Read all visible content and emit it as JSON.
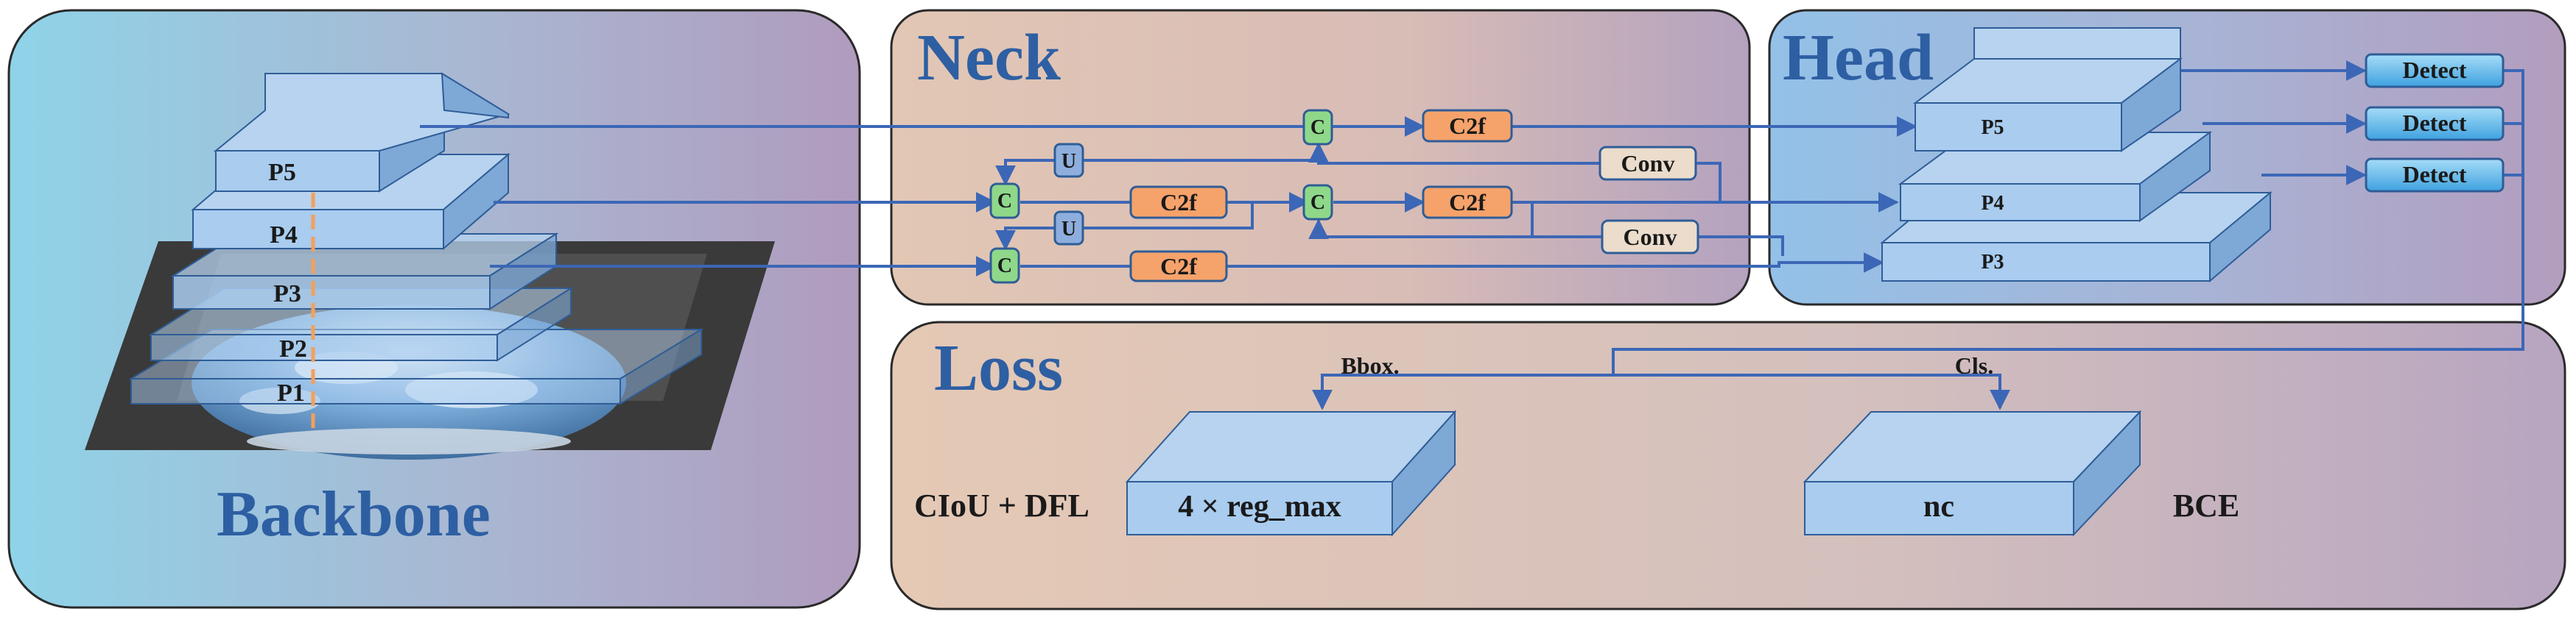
{
  "panels": {
    "backbone": "Backbone",
    "neck": "Neck",
    "head": "Head",
    "loss": "Loss"
  },
  "backbone": {
    "levels": [
      "P5",
      "P4",
      "P3",
      "P2",
      "P1"
    ]
  },
  "neck": {
    "concat": "C",
    "upsample": "U",
    "c2f": "C2f",
    "conv": "Conv"
  },
  "head": {
    "levels": [
      "P5",
      "P4",
      "P3"
    ],
    "detect": "Detect"
  },
  "loss": {
    "bbox_label": "Bbox.",
    "cls_label": "Cls.",
    "bbox_loss": "CIoU + DFL",
    "bbox_box": "4 × reg_max",
    "cls_box": "nc",
    "cls_loss": "BCE"
  },
  "colors": {
    "box_blue": "#a9ccef",
    "box_dark": "#2f5d97",
    "title_blue": "#2e5fa3",
    "line_blue": "#3c67b6",
    "concat_green": "#8fd88a",
    "c2f_orange": "#f6a26b",
    "conv_beige": "#ebdccb",
    "upsample_blue": "#8eaedd",
    "detect_blue": "#5fb3ea"
  }
}
